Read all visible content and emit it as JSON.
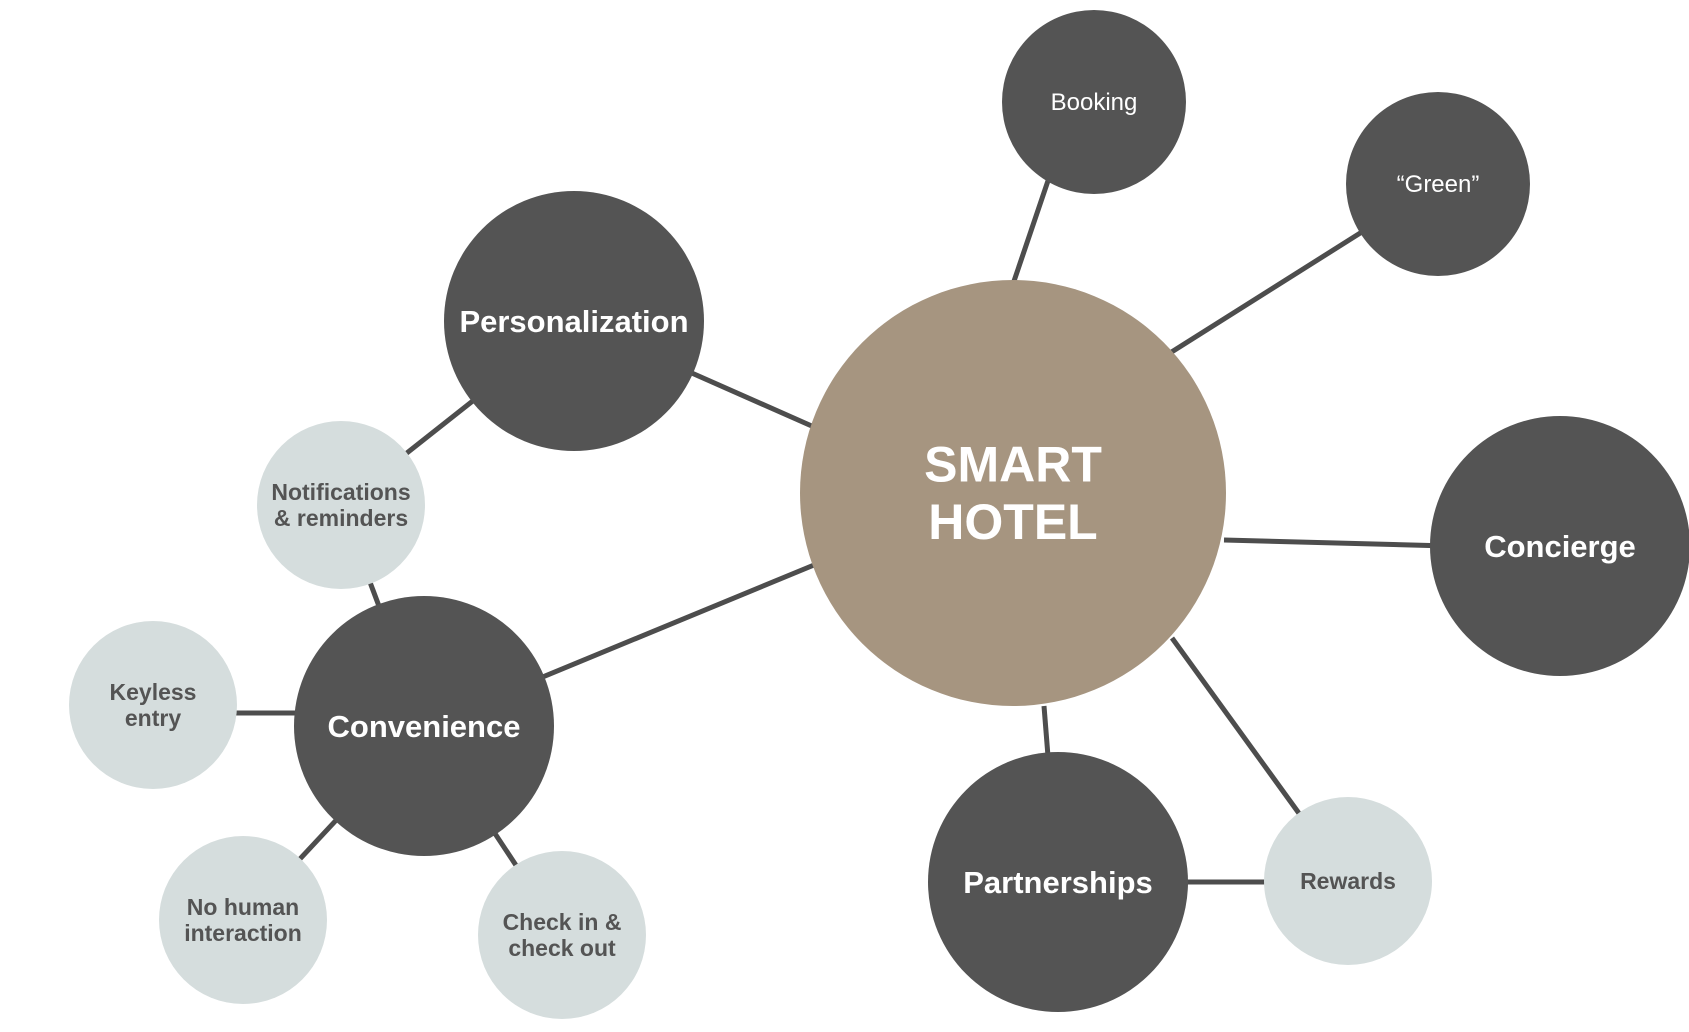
{
  "colors": {
    "center": "#a69580",
    "primary": "#545454",
    "secondary": "#d5dddd",
    "edge": "#4d4d4d",
    "text_on_dark": "#ffffff",
    "text_on_light": "#545454"
  },
  "center": {
    "lines": [
      "SMART",
      "HOTEL"
    ]
  },
  "nodes": {
    "booking": {
      "lines": [
        "Booking"
      ]
    },
    "green": {
      "lines": [
        "“Green”"
      ]
    },
    "personalization": {
      "lines": [
        "Personalization"
      ]
    },
    "concierge": {
      "lines": [
        "Concierge"
      ]
    },
    "convenience": {
      "lines": [
        "Convenience"
      ]
    },
    "partnerships": {
      "lines": [
        "Partnerships"
      ]
    },
    "notifications": {
      "lines": [
        "Notifications",
        "& reminders"
      ]
    },
    "keyless": {
      "lines": [
        "Keyless",
        "entry"
      ]
    },
    "no_human": {
      "lines": [
        "No human",
        "interaction"
      ]
    },
    "check_in": {
      "lines": [
        "Check in &",
        "check out"
      ]
    },
    "rewards": {
      "lines": [
        "Rewards"
      ]
    }
  }
}
